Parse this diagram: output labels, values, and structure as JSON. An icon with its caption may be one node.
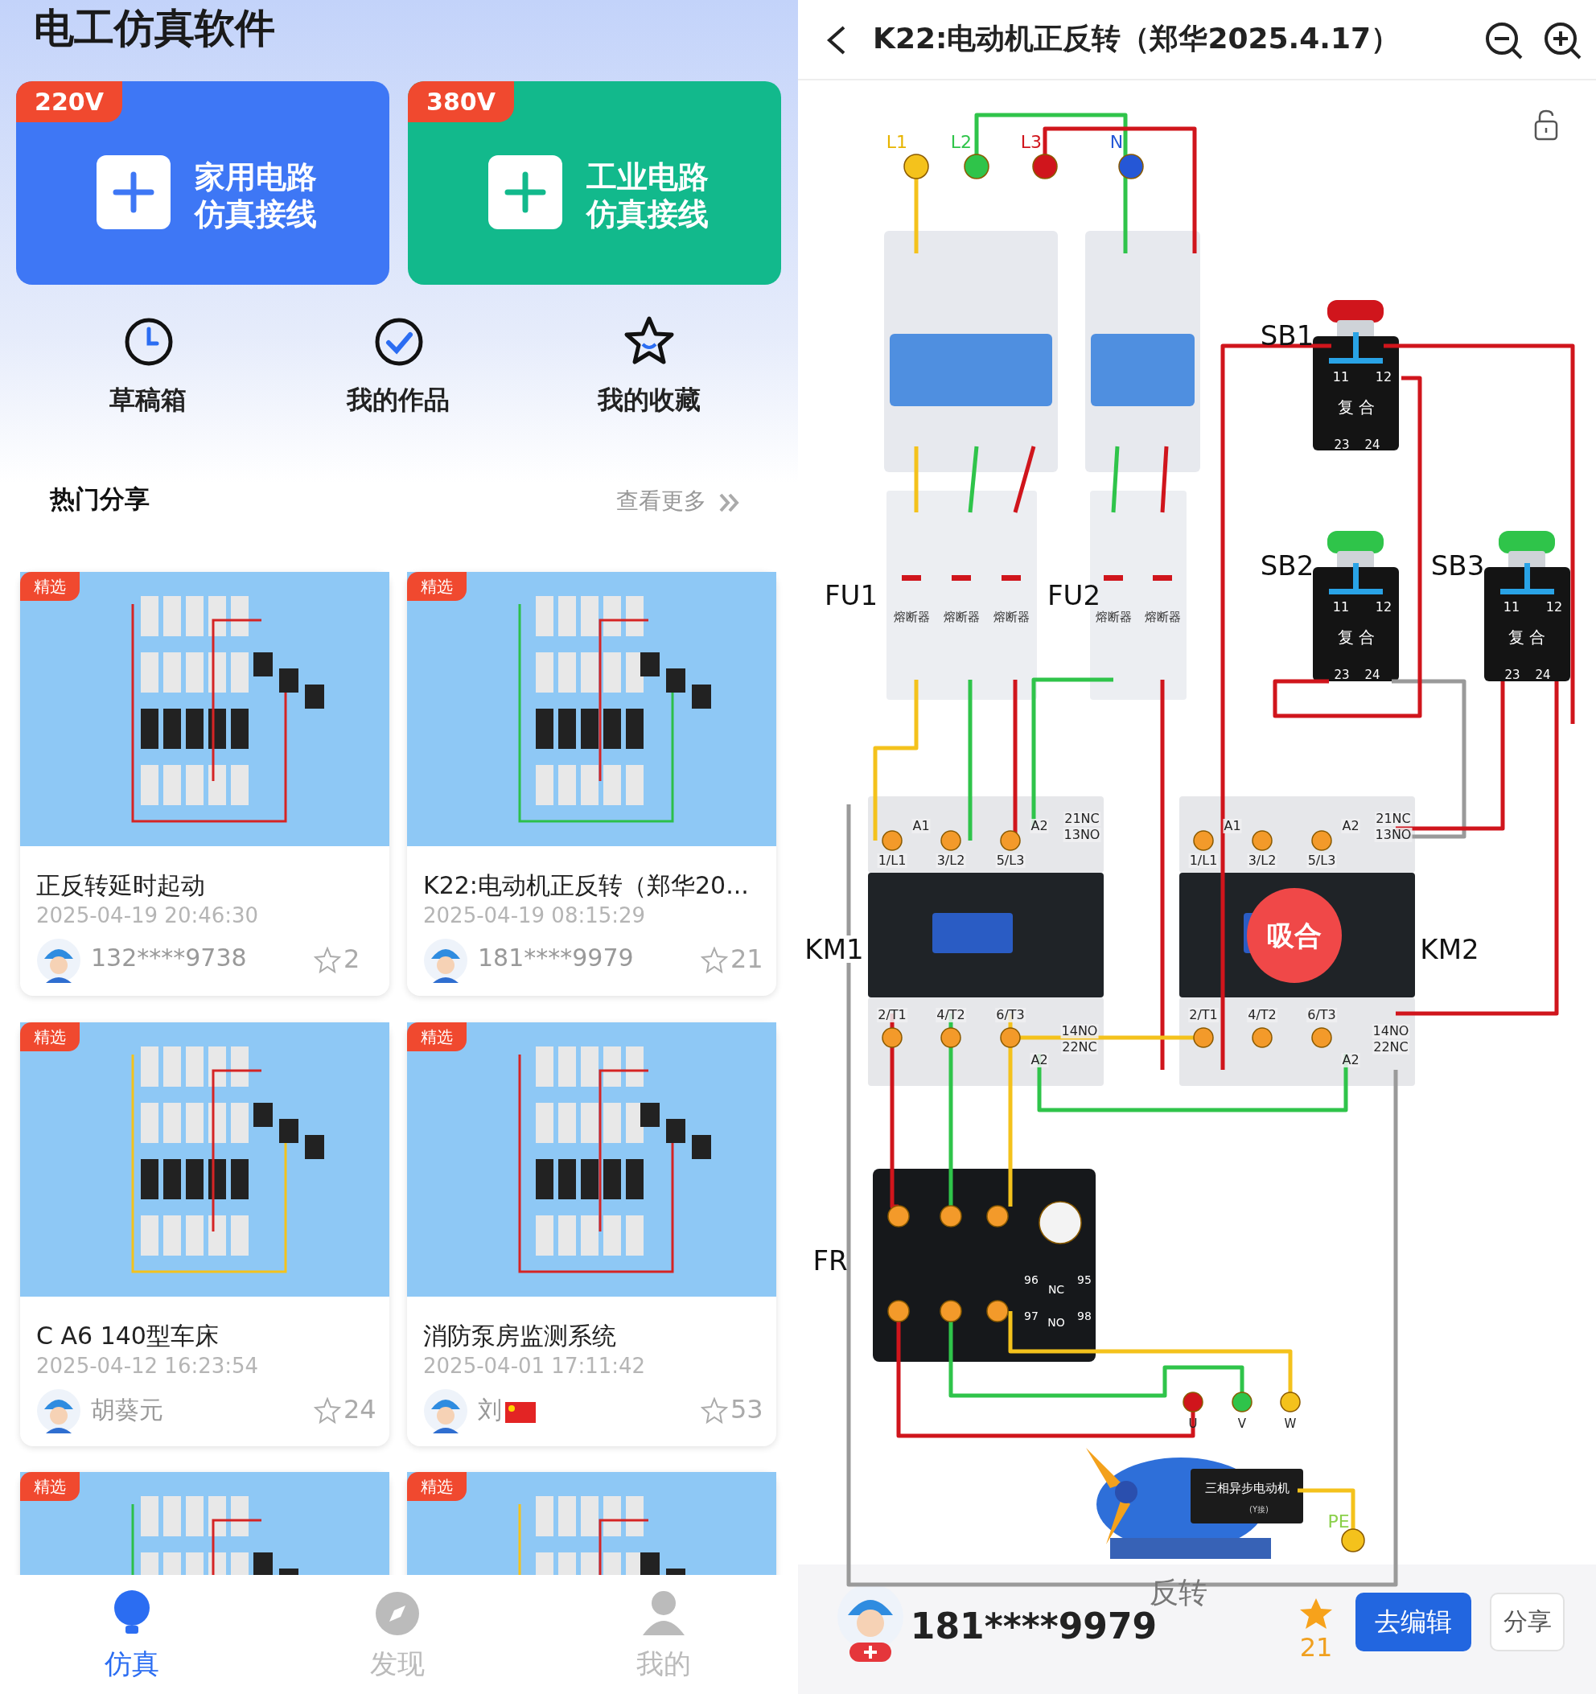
{
  "diagram": {
    "title": "电工仿真软件",
    "labels": [
      "220V",
      "家用电路仿真接线",
      "380V",
      "工业电路仿真接线",
      "草稿箱",
      "我的作品",
      "我的收藏",
      "热门分享",
      "查看更多",
      "精选",
      "正反转延时起动",
      "2025-04-19 20:46:30",
      "132****9738",
      "2",
      "精选",
      "K22:电动机正反转（郑华20...",
      "2025-04-19 08:15:29",
      "181****9979",
      "21",
      "精选",
      "C A6 140型车床",
      "2025-04-12 16:23:54",
      "胡葵元",
      "24",
      "精选",
      "消防泵房监测系统",
      "2025-04-01 17:11:42",
      "刘",
      "53",
      "精选",
      "精选",
      "仿真",
      "发现",
      "我的",
      "K22:电动机正反转（郑华2025.4.17）",
      "L1",
      "L2",
      "L3",
      "N",
      "SB1",
      "11",
      "12",
      "复 合",
      "23",
      "24",
      "SB2",
      "11",
      "12",
      "复 合",
      "23",
      "24",
      "SB3",
      "11",
      "12",
      "复 合",
      "23",
      "24",
      "FU1",
      "熔断器",
      "熔断器",
      "熔断器",
      "FU2",
      "熔断器",
      "熔断器",
      "A1",
      "A2",
      "21NC",
      "13NO",
      "1/L1",
      "3/L2",
      "5/L3",
      "KM1",
      "2/T1",
      "4/T2",
      "6/T3",
      "14NO",
      "22NC",
      "A2",
      "A1",
      "A2",
      "21NC",
      "13NO",
      "1/L1",
      "3/L2",
      "5/L3",
      "KM2",
      "2/T1",
      "4/T2",
      "6/T3",
      "14NO",
      "22NC",
      "A2",
      "吸合",
      "FR",
      "96",
      "NC",
      "95",
      "97",
      "NO",
      "98",
      "U",
      "V",
      "W",
      "三相异步电动机",
      "(Y接)",
      "PE",
      "反转",
      "181****9979",
      "21",
      "去编辑",
      "分享"
    ]
  }
}
